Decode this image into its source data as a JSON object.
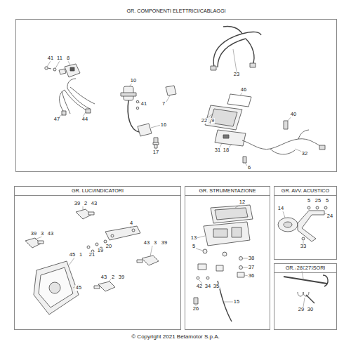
{
  "diagram": {
    "caption": "© Copyright 2021 Betamotor S.p.A.",
    "nodes": [
      {
        "text": [
          "GR. COMPONENTI ELETTRICI/CABLAGGI"
        ]
      },
      {
        "text": [
          "GR. LUCI/INDICATORI"
        ]
      },
      {
        "text": [
          "GR. STRUMENTAZIONE"
        ]
      },
      {
        "text": [
          "GR. AVV. ACUSTICO"
        ]
      },
      {
        "text": [
          "GR. ACCESSORI"
        ]
      }
    ],
    "labels": [
      "41",
      "11",
      "8",
      "47",
      "44",
      "10",
      "41",
      "7",
      "16",
      "17",
      "23",
      "46",
      "22",
      "9",
      "31",
      "18",
      "40",
      "6",
      "32",
      "39",
      "2",
      "43",
      "4",
      "39",
      "3",
      "43",
      "43",
      "3",
      "39",
      "45",
      "1",
      "21",
      "19",
      "20",
      "45",
      "43",
      "2",
      "39",
      "12",
      "13",
      "5",
      "38",
      "37",
      "36",
      "42",
      "34",
      "35",
      "15",
      "26",
      "5",
      "25",
      "5",
      "14",
      "24",
      "33",
      "28",
      "27",
      "29",
      "30"
    ]
  }
}
